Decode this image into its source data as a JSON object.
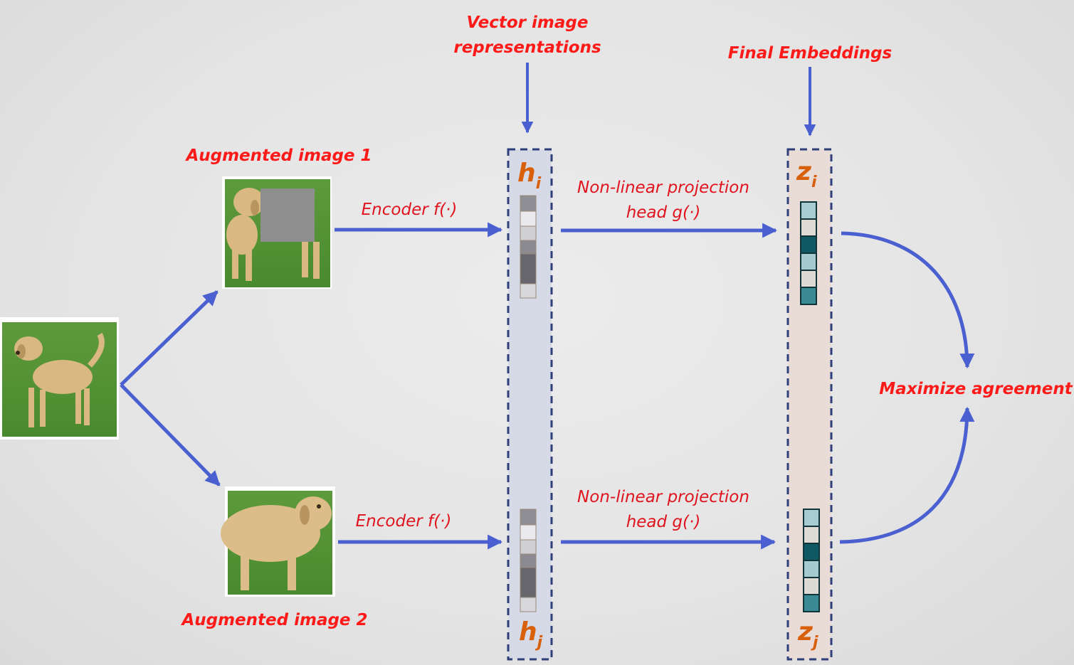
{
  "labels": {
    "vector_rep_line1": "Vector image",
    "vector_rep_line2": "representations",
    "final_embeddings": "Final Embeddings",
    "aug1": "Augmented image 1",
    "aug2": "Augmented image 2",
    "encoder_top": "Encoder f(·)",
    "encoder_bottom": "Encoder f(·)",
    "proj_top_line1": "Non-linear projection",
    "proj_top_line2": "head g(·)",
    "proj_bot_line1": "Non-linear projection",
    "proj_bot_line2": "head g(·)",
    "maximize": "Maximize agreement"
  },
  "symbols": {
    "h_main": "h",
    "h_i_sub": "i",
    "h_j_sub": "j",
    "z_main": "z",
    "z_i_sub": "i",
    "z_j_sub": "j"
  },
  "colors": {
    "arrow": "#4a5fd0",
    "label_red": "#ff1a1a",
    "symbol_orange": "#d9600a",
    "h_panel": "#d5dae6",
    "z_panel": "#e9dcd7",
    "panel_border": "#2e3f7a"
  },
  "h_cells": [
    "#8e8e94",
    "#e9e9ee",
    "#cfcfd4",
    "#8a8a90",
    "#66666c",
    "#d8d8dc"
  ],
  "z_cells": [
    "#a8cdd0",
    "#dedbd5",
    "#0f5a62",
    "#a4ccd0",
    "#ddd9d3",
    "#3a8a93"
  ]
}
